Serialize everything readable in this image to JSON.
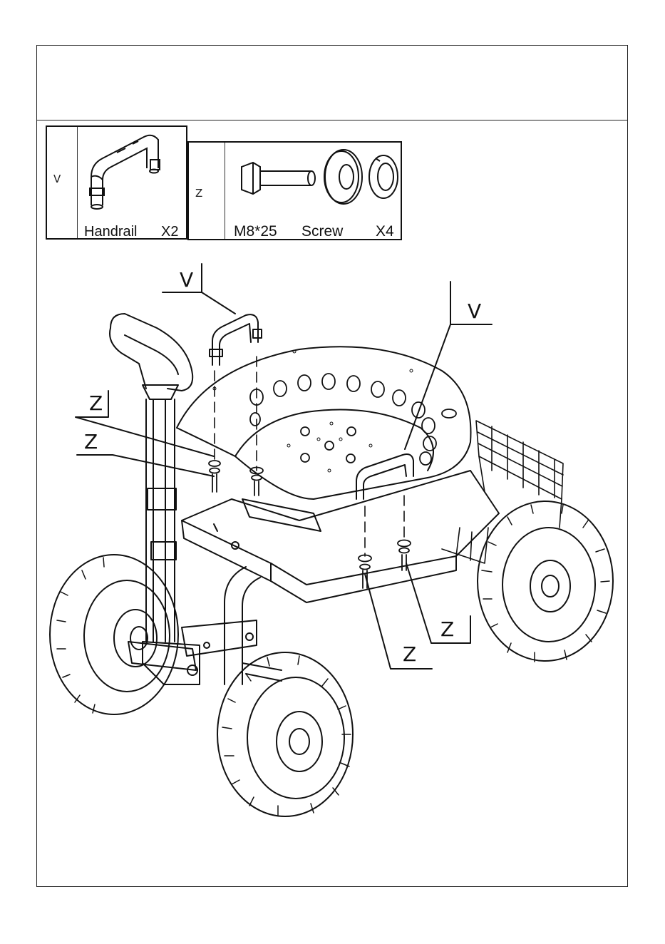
{
  "parts": {
    "handrail": {
      "code": "V",
      "name": "Handrail",
      "qty": "X2"
    },
    "screw": {
      "code": "Z",
      "spec": "M8*25",
      "name": "Screw",
      "qty": "X4"
    }
  },
  "callouts": {
    "v_left": "V",
    "v_right": "V",
    "z_upper_left": "Z",
    "z_lower_left": "Z",
    "z_right_upper": "Z",
    "z_right_lower": "Z"
  },
  "colors": {
    "line": "#111111",
    "background": "#ffffff"
  }
}
